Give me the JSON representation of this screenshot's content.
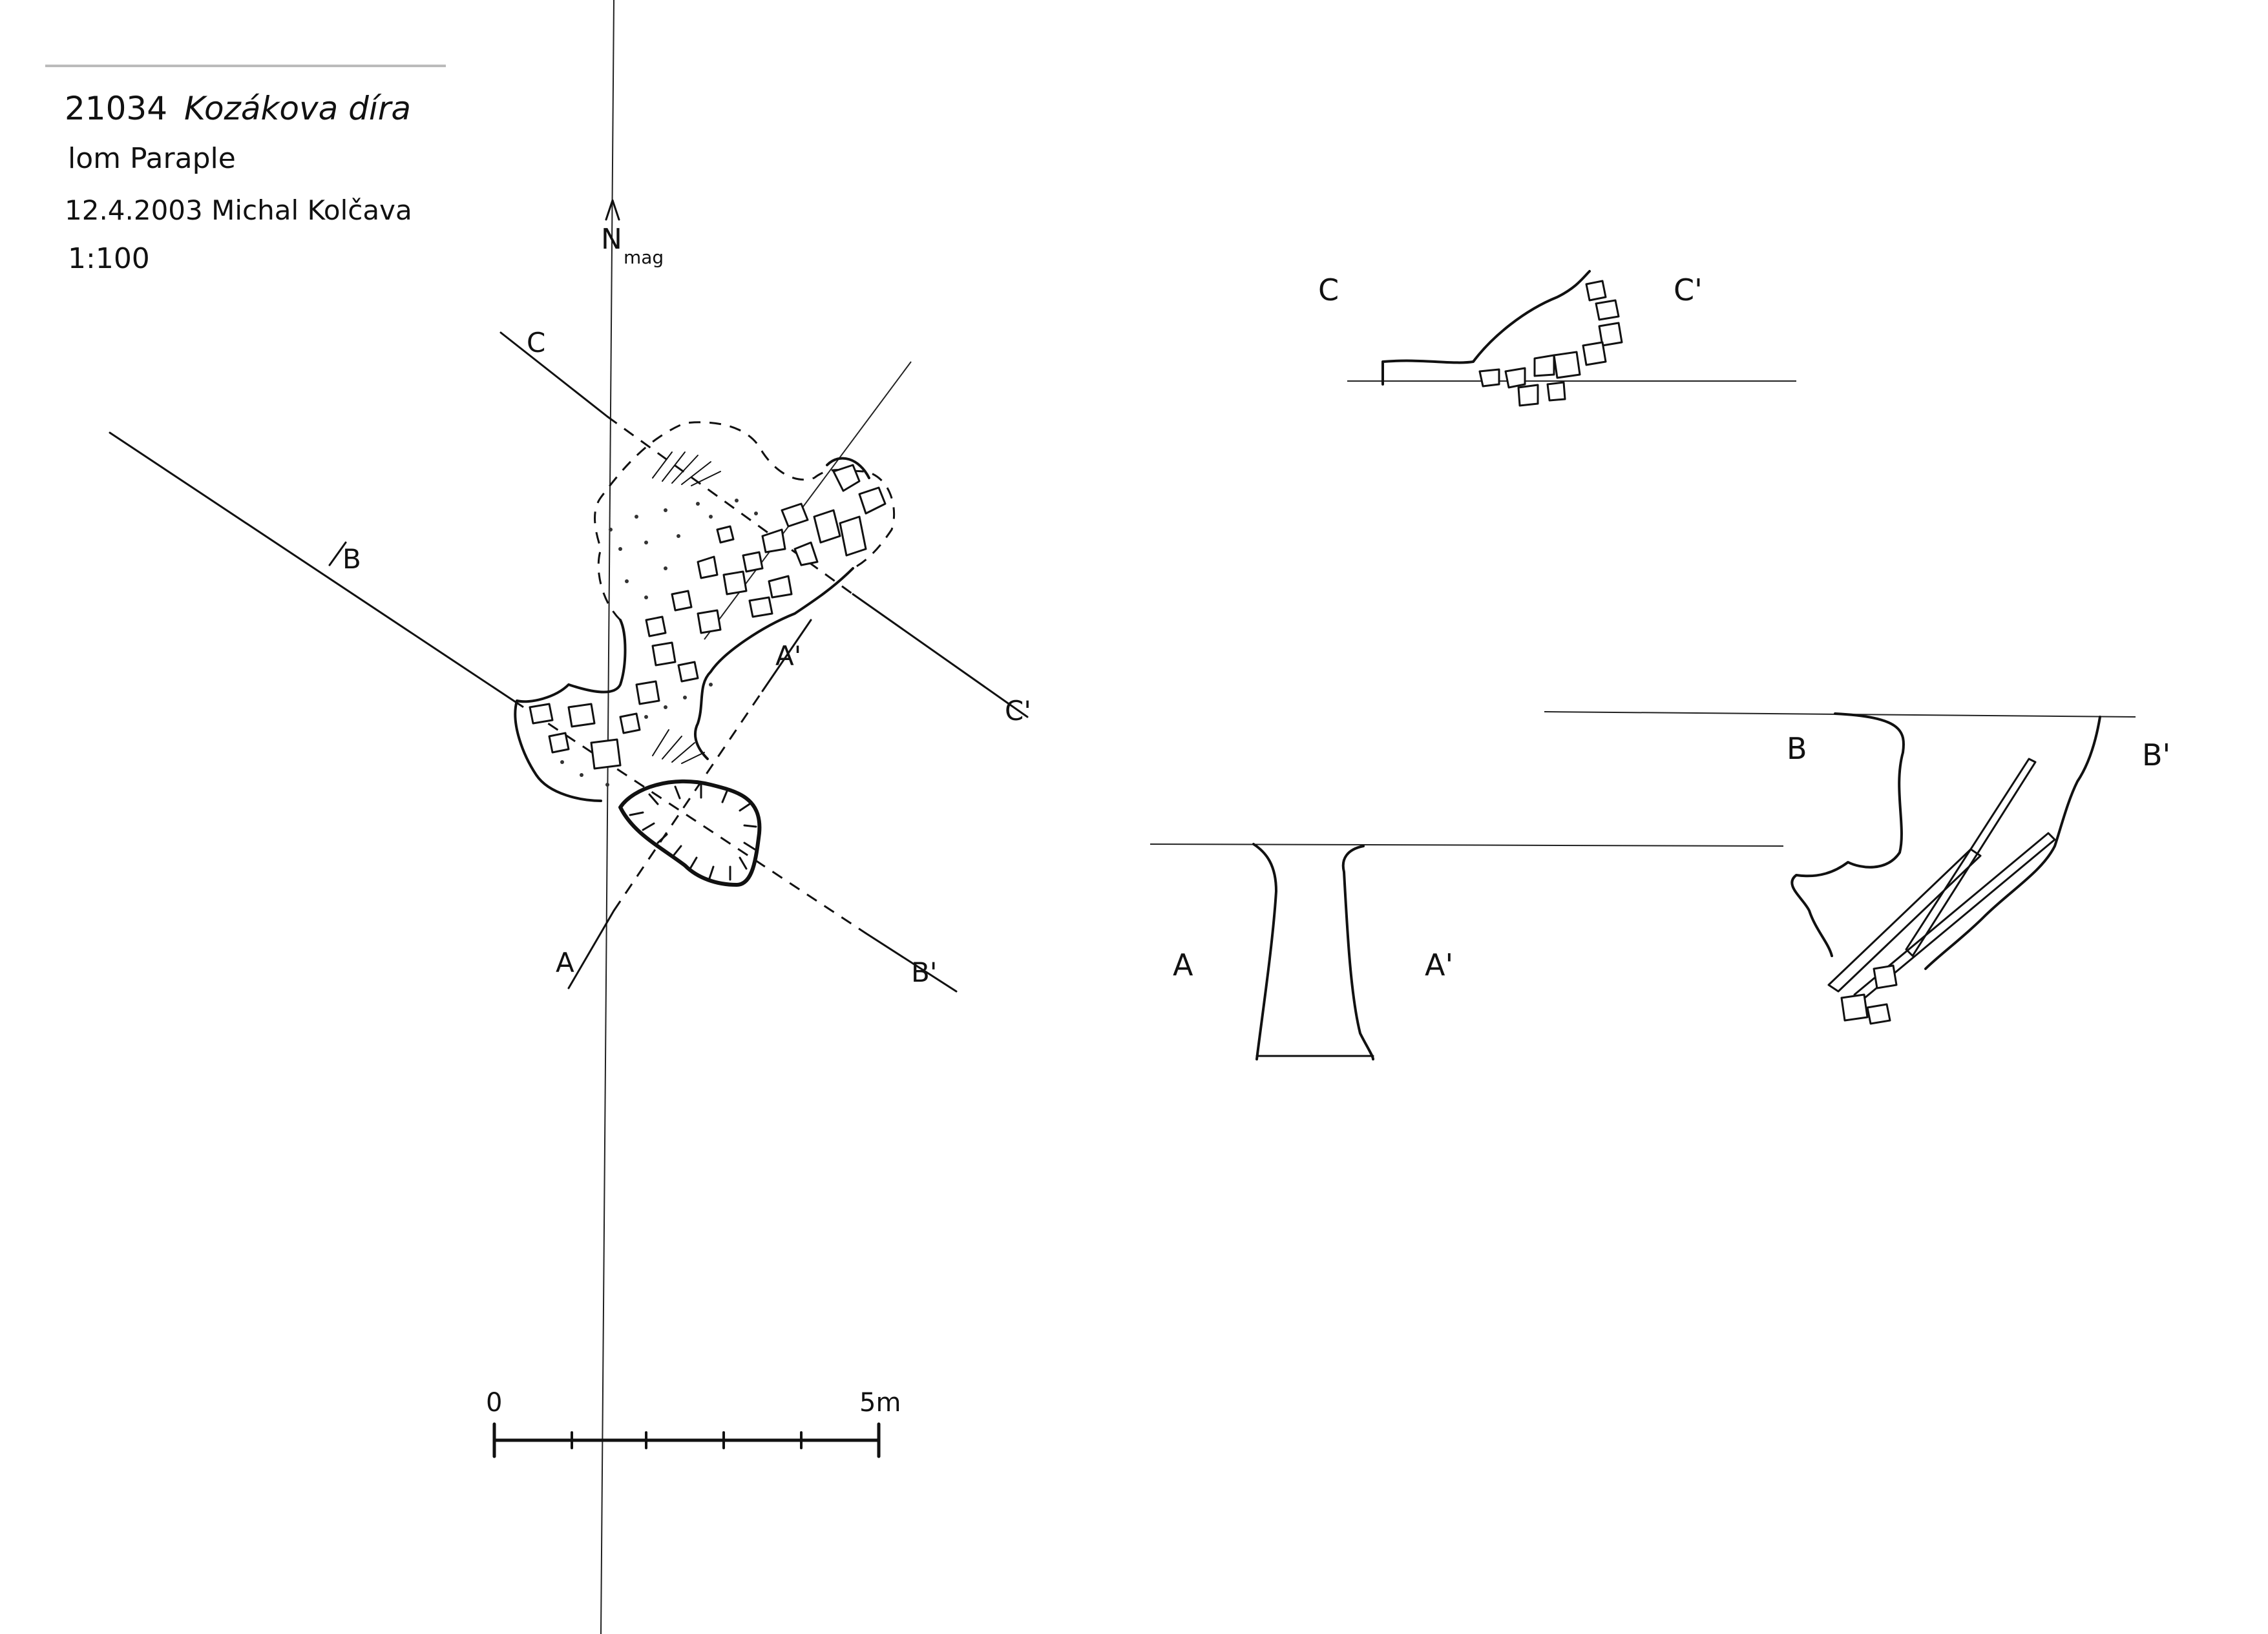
{
  "header": {
    "cave_number": "21034",
    "cave_name": "Kozákova díra",
    "locality": "lom Paraple",
    "date_author": "12.4.2003  Michal Kolčava",
    "scale": "1:100"
  },
  "north_arrow": {
    "label": "N",
    "subscript": "mag"
  },
  "plan_section_labels": {
    "c_start": "C",
    "c_end": "C'",
    "b_start": "B",
    "b_end": "B'",
    "a_start": "A",
    "a_end": "A'"
  },
  "profile_c": {
    "left_label": "C",
    "right_label": "C'"
  },
  "profile_a": {
    "left_label": "A",
    "right_label": "A'"
  },
  "profile_b": {
    "left_label": "B",
    "right_label": "B'"
  },
  "scale_bar": {
    "start_label": "0",
    "end_label": "5m"
  }
}
